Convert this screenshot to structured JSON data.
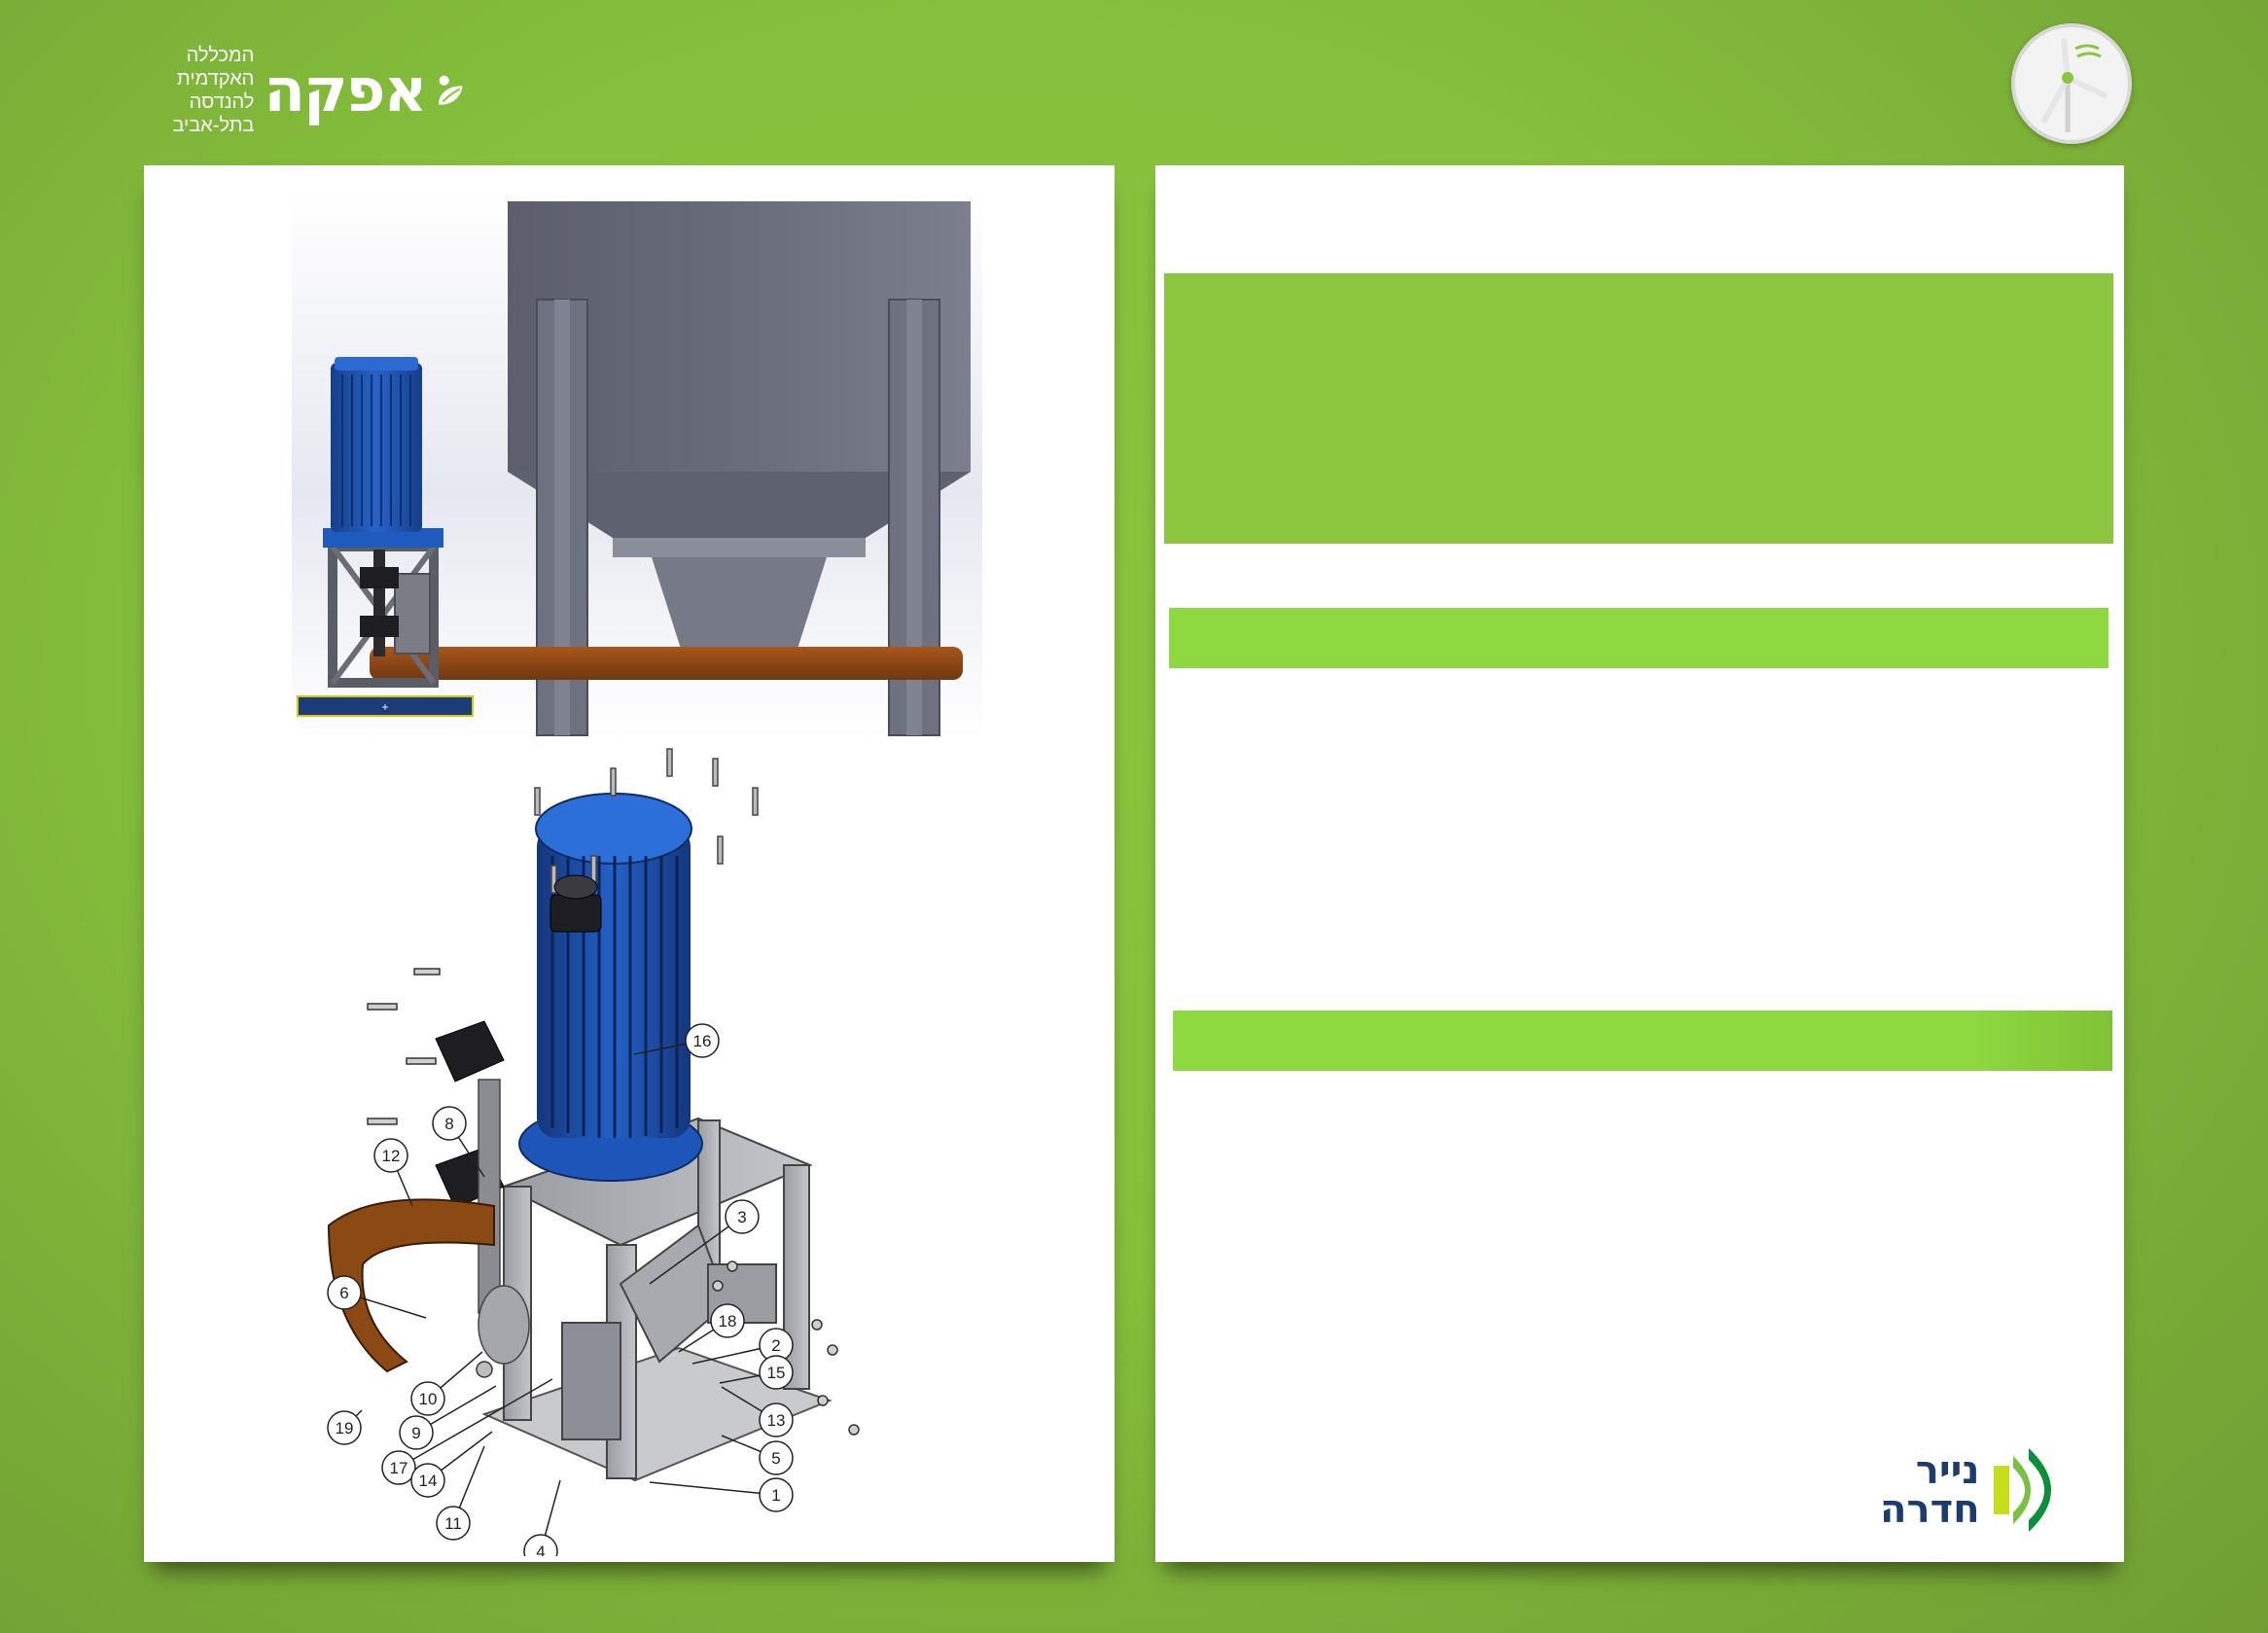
{
  "header": {
    "brand_name": "אפקה",
    "brand_sub_line1": "המכללה האקדמית",
    "brand_sub_line2": "להנדסה בתל-אביב",
    "badge_icon": "wind-turbine-icon"
  },
  "left_panel": {
    "drawing_parts": [
      "16",
      "8",
      "12",
      "3",
      "6",
      "18",
      "2",
      "15",
      "13",
      "10",
      "9",
      "19",
      "17",
      "14",
      "5",
      "1",
      "11",
      "4"
    ]
  },
  "right_panel": {
    "logo_line1": "נייר",
    "logo_line2": "חדרה"
  },
  "colors": {
    "background_green": "#8cc63f",
    "block_green": "#8ed840",
    "motor_blue": "#1f5bbf",
    "belt_brown": "#8b4a14",
    "frame_gray": "#6b6e7a"
  }
}
